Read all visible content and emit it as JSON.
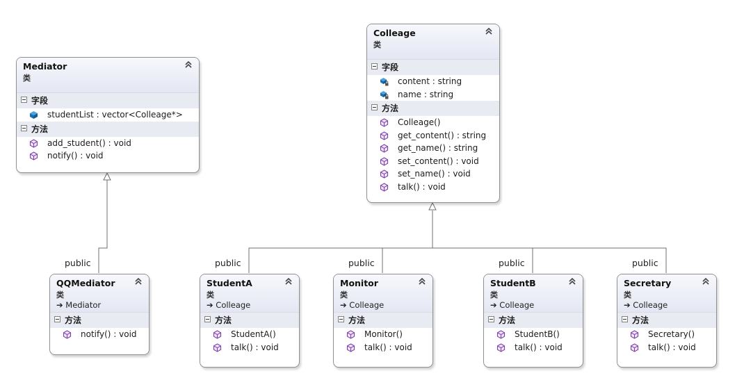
{
  "sections": {
    "fields": "字段",
    "methods": "方法"
  },
  "inheritance_label": "public",
  "classes": {
    "mediator": {
      "name": "Mediator",
      "kind": "类",
      "fields": [
        "studentList : vector<Colleage*>"
      ],
      "methods": [
        "add_student() : void",
        "notify() : void"
      ]
    },
    "colleage": {
      "name": "Colleage",
      "kind": "类",
      "fields": [
        "content : string",
        "name : string"
      ],
      "methods": [
        "Colleage()",
        "get_content() : string",
        "get_name() : string",
        "set_content() : void",
        "set_name() : void",
        "talk() : void"
      ]
    },
    "qqmediator": {
      "name": "QQMediator",
      "kind": "类",
      "parent": "Mediator",
      "methods": [
        "notify() : void"
      ]
    },
    "studenta": {
      "name": "StudentA",
      "kind": "类",
      "parent": "Colleage",
      "methods": [
        "StudentA()",
        "talk() : void"
      ]
    },
    "monitor": {
      "name": "Monitor",
      "kind": "类",
      "parent": "Colleage",
      "methods": [
        "Monitor()",
        "talk() : void"
      ]
    },
    "studentb": {
      "name": "StudentB",
      "kind": "类",
      "parent": "Colleage",
      "methods": [
        "StudentB()",
        "talk() : void"
      ]
    },
    "secretary": {
      "name": "Secretary",
      "kind": "类",
      "parent": "Colleage",
      "methods": [
        "Secretary()",
        "talk() : void"
      ]
    }
  },
  "colors": {
    "border": "#8f8f8f",
    "header_top": "#f7f8fc",
    "header_bottom": "#e4e7f3",
    "section_bg": "#e9ebf2",
    "method_icon": "#7b3fa6",
    "field_icon": "#1c6fb3",
    "connector": "#6f6f6f"
  },
  "icons": {
    "collapse": "double-chevron-up-icon",
    "method": "method-cube-icon",
    "field_public": "field-public-icon",
    "field_private": "field-private-lock-icon",
    "inherits": "inherits-arrow-icon"
  }
}
